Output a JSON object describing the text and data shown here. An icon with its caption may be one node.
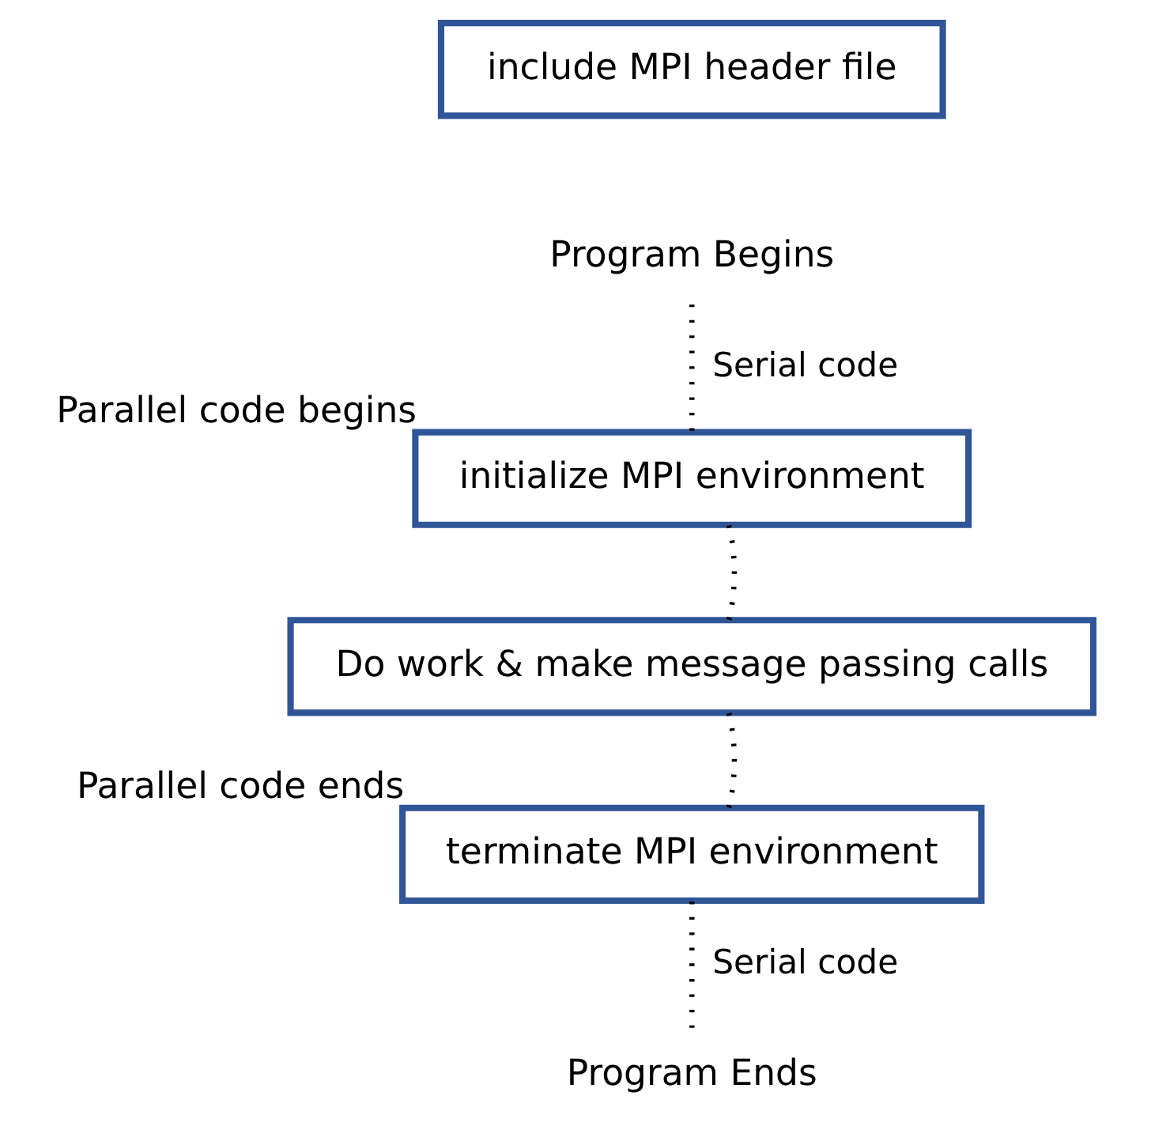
{
  "diagram": {
    "nodes": [
      {
        "text": [
          "include MPI header file"
        ]
      },
      {
        "text": [
          "Program Begins"
        ]
      },
      {
        "text": [
          "initialize MPI environment"
        ],
        "beside": [
          "Parallel code begins"
        ]
      },
      {
        "text": [
          "Do work & make message passing calls"
        ]
      },
      {
        "text": [
          "terminate MPI environment"
        ],
        "beside": [
          "Parallel code ends"
        ]
      },
      {
        "text": [
          "Program Ends"
        ]
      }
    ],
    "edges": [
      {
        "from": 1,
        "to": 2,
        "arrow": "none",
        "style": "dashed",
        "label": "Serial code"
      },
      {
        "from": 2,
        "to": 3,
        "arrow": "none",
        "style": "dashed"
      },
      {
        "from": 3,
        "to": 4,
        "arrow": "none",
        "style": "dashed"
      },
      {
        "from": 4,
        "to": 5,
        "arrow": "none",
        "style": "dashed",
        "label": "Serial code"
      }
    ]
  }
}
